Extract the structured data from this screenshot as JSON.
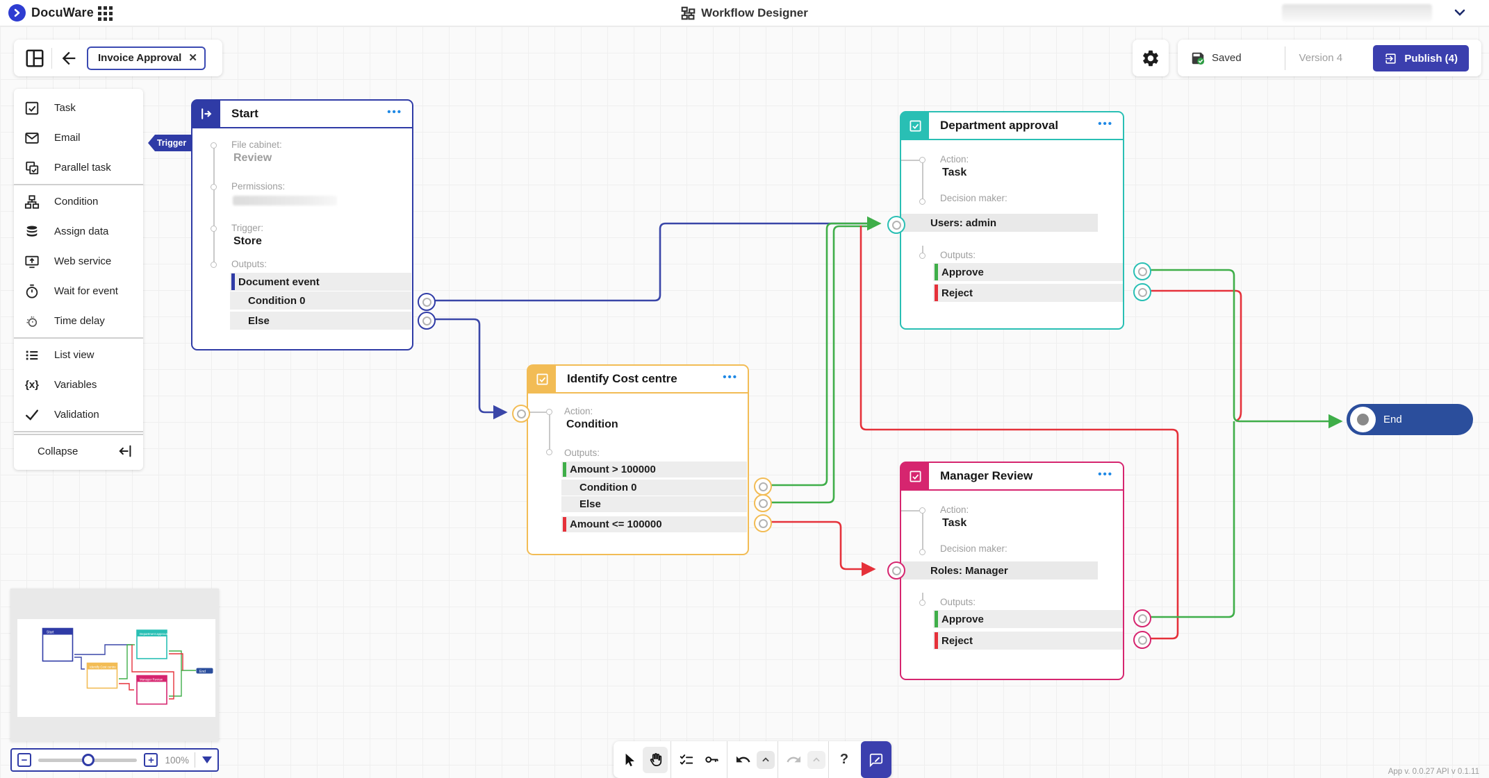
{
  "header": {
    "brand": "DocuWare",
    "app_title": "Workflow Designer"
  },
  "toolbar": {
    "tab_label": "Invoice Approval",
    "close_glyph": "✕",
    "saved_label": "Saved",
    "version_label": "Version 4",
    "publish_label": "Publish (4)"
  },
  "palette": {
    "items": [
      {
        "label": "Task",
        "icon": "task-icon"
      },
      {
        "label": "Email",
        "icon": "email-icon"
      },
      {
        "label": "Parallel task",
        "icon": "parallel-task-icon",
        "divider_after": true
      },
      {
        "label": "Condition",
        "icon": "condition-icon"
      },
      {
        "label": "Assign data",
        "icon": "assign-data-icon"
      },
      {
        "label": "Web service",
        "icon": "web-service-icon"
      },
      {
        "label": "Wait for event",
        "icon": "wait-for-event-icon"
      },
      {
        "label": "Time delay",
        "icon": "time-delay-icon",
        "divider_after": true
      },
      {
        "label": "List view",
        "icon": "list-view-icon"
      },
      {
        "label": "Variables",
        "icon": "variables-icon"
      },
      {
        "label": "Validation",
        "icon": "validation-icon",
        "divider_after": true
      }
    ],
    "collapse_label": "Collapse"
  },
  "nodes": {
    "trigger": {
      "label": "Trigger"
    },
    "start": {
      "title": "Start",
      "file_cabinet_label": "File cabinet:",
      "file_cabinet_value": "Review",
      "permissions_label": "Permissions:",
      "trigger_label": "Trigger:",
      "trigger_value": "Store",
      "outputs_label": "Outputs:",
      "outputs": [
        {
          "label": "Document event",
          "accent": "primary"
        },
        {
          "label": "Condition 0",
          "accent": "none"
        },
        {
          "label": "Else",
          "accent": "none",
          "gap": 3
        }
      ]
    },
    "identify": {
      "title": "Identify Cost centre",
      "action_label": "Action:",
      "action_value": "Condition",
      "outputs_label": "Outputs:",
      "outputs": [
        {
          "label": "Amount > 100000",
          "accent": "green"
        },
        {
          "label": "Condition 0",
          "accent": "none",
          "gap": 3
        },
        {
          "label": "Else",
          "accent": "none",
          "gap": 1
        },
        {
          "label": "Amount <= 100000",
          "accent": "red",
          "gap": 6
        }
      ]
    },
    "department": {
      "title": "Department approval",
      "action_label": "Action:",
      "action_value": "Task",
      "decision_label": "Decision maker:",
      "decision_value": "Users: admin",
      "outputs_label": "Outputs:",
      "outputs": [
        {
          "label": "Approve",
          "accent": "green"
        },
        {
          "label": "Reject",
          "accent": "red",
          "gap": 4
        }
      ]
    },
    "manager": {
      "title": "Manager Review",
      "action_label": "Action:",
      "action_value": "Task",
      "decision_label": "Decision maker:",
      "decision_value": "Roles: Manager",
      "outputs_label": "Outputs:",
      "outputs": [
        {
          "label": "Approve",
          "accent": "green"
        },
        {
          "label": "Reject",
          "accent": "red",
          "gap": 5
        }
      ]
    },
    "end": {
      "label": "End"
    }
  },
  "edges": [
    {
      "from": "Trigger",
      "to": "Start",
      "color": "#2f3ba6"
    },
    {
      "from": "Start / Condition 0",
      "to": "Department approval",
      "color": "#3a46a8"
    },
    {
      "from": "Start / Else",
      "to": "Identify Cost centre",
      "color": "#3a46a8"
    },
    {
      "from": "Identify Cost centre / Condition 0",
      "to": "Department approval",
      "color": "#3fae49"
    },
    {
      "from": "Identify Cost centre / Else",
      "to": "Department approval",
      "color": "#3fae49"
    },
    {
      "from": "Identify Cost centre / Amount <= 100000",
      "to": "Manager Review",
      "color": "#e5313a"
    },
    {
      "from": "Department approval / Approve",
      "to": "End",
      "color": "#3fae49"
    },
    {
      "from": "Department approval / Reject",
      "to": "End",
      "color": "#e5313a"
    },
    {
      "from": "Manager Review / Approve",
      "to": "End",
      "color": "#3fae49"
    },
    {
      "from": "Manager Review / Reject",
      "to": "Department approval",
      "color": "#e5313a"
    }
  ],
  "zoom_control": {
    "zoom_level": "100%"
  },
  "bottom_toolbar": {
    "help_label": "?"
  },
  "footer": {
    "version_text": "App v. 0.0.27 API v 0.1.11"
  },
  "colors": {
    "primary_blue": "#2f3ba6",
    "teal": "#29bfb4",
    "amber": "#f2bc55",
    "pink": "#d6256f",
    "green": "#3fae49",
    "red": "#e5313a",
    "publish_blue": "#3b3fae",
    "end_blue": "#2b4e9c"
  }
}
